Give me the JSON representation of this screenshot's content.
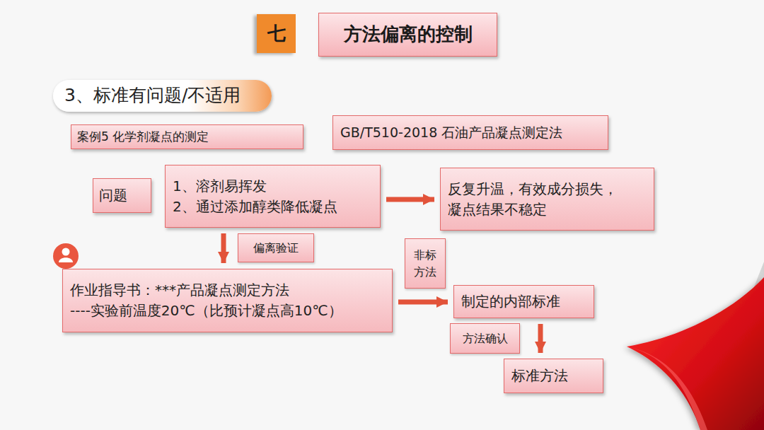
{
  "diagram": {
    "title": "方法偏离的控制",
    "nodes": [
      {
        "text": [
          "3、标准有问题/不适用"
        ]
      },
      {
        "text": [
          "案例5 化学剂凝点的测定"
        ]
      },
      {
        "text": [
          "GB/T510-2018 石油产品凝点测定法"
        ]
      },
      {
        "text": [
          "问题"
        ]
      },
      {
        "text": [
          "1、溶剂易挥发",
          "2、通过添加醇类降低凝点"
        ]
      },
      {
        "text": [
          "反复升温，有效成分损失， 凝点结果不稳定"
        ]
      },
      {
        "text": [
          "作业指导书：***产品凝点测定方法",
          "----实验前温度20℃（比预计凝点高10℃）"
        ]
      },
      {
        "text": [
          "制定的内部标准"
        ]
      },
      {
        "text": [
          "标准方法"
        ]
      }
    ],
    "edges": [
      {
        "from": 4,
        "to": 5,
        "arrow": "to"
      },
      {
        "from": 4,
        "to": 6,
        "label": "偏离验证",
        "arrow": "to"
      },
      {
        "from": 6,
        "to": 7,
        "label": "非标方法",
        "arrow": "to"
      },
      {
        "from": 7,
        "to": 8,
        "label": "方法确认",
        "arrow": "to"
      }
    ],
    "labels": [
      "七"
    ]
  }
}
